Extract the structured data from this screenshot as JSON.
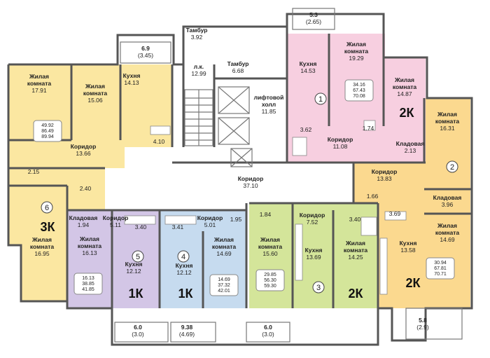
{
  "colors": {
    "apt1": "#f7cfe0",
    "apt2": "#fbd98f",
    "apt3": "#d4e59a",
    "apt4": "#c6dbef",
    "apt5": "#d3c6e6",
    "apt6": "#fbe7a1",
    "common": "#ffffff",
    "wall": "#555555"
  },
  "rooms": [
    {
      "id": "tambur1",
      "lines": [
        "Тамбур",
        "3.92"
      ]
    },
    {
      "id": "balcony_top_left",
      "lines": [
        "6.9",
        "(3.45)"
      ]
    },
    {
      "id": "lk",
      "lines": [
        "л.к.",
        "12.99"
      ]
    },
    {
      "id": "tambur2",
      "lines": [
        "Тамбур",
        "6.68"
      ]
    },
    {
      "id": "lift_hall",
      "lines": [
        "лифтовой",
        "холл",
        "11.85"
      ]
    },
    {
      "id": "corridor_main",
      "lines": [
        "Коридор",
        "37.10"
      ]
    },
    {
      "id": "balcony_top_right",
      "lines": [
        "5.3",
        "(2.65)"
      ]
    },
    {
      "id": "a1_kitchen",
      "lines": [
        "Кухня",
        "14.53"
      ]
    },
    {
      "id": "a1_living",
      "lines": [
        "Жилая",
        "комната",
        "19.29"
      ]
    },
    {
      "id": "a1_bath",
      "lines": [
        "3.62"
      ]
    },
    {
      "id": "a1_corridor",
      "lines": [
        "Коридор",
        "11.08"
      ]
    },
    {
      "id": "a1_wc",
      "lines": [
        "1.74"
      ]
    },
    {
      "id": "a1_living2",
      "lines": [
        "Жилая",
        "комната",
        "14.87"
      ]
    },
    {
      "id": "a1_storage",
      "lines": [
        "Кладовая",
        "2.13"
      ]
    },
    {
      "id": "a2_living1",
      "lines": [
        "Жилая",
        "комната",
        "16.31"
      ]
    },
    {
      "id": "a2_corridor",
      "lines": [
        "Коридор",
        "13.83"
      ]
    },
    {
      "id": "a2_wc",
      "lines": [
        "1.66"
      ]
    },
    {
      "id": "a2_storage",
      "lines": [
        "Кладовая",
        "3.96"
      ]
    },
    {
      "id": "a2_bath",
      "lines": [
        "3.69"
      ]
    },
    {
      "id": "a2_living2",
      "lines": [
        "Жилая",
        "комната",
        "14.69"
      ]
    },
    {
      "id": "a2_kitchen",
      "lines": [
        "Кухня",
        "13.58"
      ]
    },
    {
      "id": "balcony_bottom_right",
      "lines": [
        "5.8",
        "(2.9)"
      ]
    },
    {
      "id": "a6_living1",
      "lines": [
        "Жилая",
        "комната",
        "17.91"
      ]
    },
    {
      "id": "a6_living2",
      "lines": [
        "Жилая",
        "комната",
        "15.06"
      ]
    },
    {
      "id": "a6_kitchen",
      "lines": [
        "Кухня",
        "14.13"
      ]
    },
    {
      "id": "a6_bath",
      "lines": [
        "4.10"
      ]
    },
    {
      "id": "a6_corridor",
      "lines": [
        "Коридор",
        "13.66"
      ]
    },
    {
      "id": "a6_hall",
      "lines": [
        "2.15"
      ]
    },
    {
      "id": "a6_wc",
      "lines": [
        "2.40"
      ]
    },
    {
      "id": "a6_storage",
      "lines": [
        "Кладовая",
        "1.94"
      ]
    },
    {
      "id": "a6_living3",
      "lines": [
        "Жилая",
        "комната",
        "16.95"
      ]
    },
    {
      "id": "a5_corridor",
      "lines": [
        "Коридор",
        "5.11"
      ]
    },
    {
      "id": "a5_living",
      "lines": [
        "Жилая",
        "комната",
        "16.13"
      ]
    },
    {
      "id": "a5_bath",
      "lines": [
        "3.40"
      ]
    },
    {
      "id": "a5_kitchen",
      "lines": [
        "Кухня",
        "12.12"
      ]
    },
    {
      "id": "a4_bath",
      "lines": [
        "3.41"
      ]
    },
    {
      "id": "a4_corridor",
      "lines": [
        "Коридор",
        "5.01"
      ]
    },
    {
      "id": "a4_kitchen",
      "lines": [
        "Кухня",
        "12.12"
      ]
    },
    {
      "id": "a4_storage",
      "lines": [
        "1.95"
      ]
    },
    {
      "id": "a4_living",
      "lines": [
        "Жилая",
        "комната",
        "14.69"
      ]
    },
    {
      "id": "a3_wc",
      "lines": [
        "1.84"
      ]
    },
    {
      "id": "a3_corridor",
      "lines": [
        "Коридор",
        "7.52"
      ]
    },
    {
      "id": "a3_living1",
      "lines": [
        "Жилая",
        "комната",
        "15.60"
      ]
    },
    {
      "id": "a3_kitchen",
      "lines": [
        "Кухня",
        "13.69"
      ]
    },
    {
      "id": "a3_bath",
      "lines": [
        "3.40"
      ]
    },
    {
      "id": "a3_living2",
      "lines": [
        "Жилая",
        "комната",
        "14.25"
      ]
    },
    {
      "id": "balcony_b1",
      "lines": [
        "6.0",
        "(3.0)"
      ]
    },
    {
      "id": "balcony_b2",
      "lines": [
        "9.38",
        "(4.69)"
      ]
    },
    {
      "id": "balcony_b3",
      "lines": [
        "6.0",
        "(3.0)"
      ]
    }
  ],
  "apartments": [
    {
      "id": "a1",
      "number": "1",
      "type": "2К",
      "areas": [
        "34.16",
        "67.43",
        "70.08"
      ]
    },
    {
      "id": "a2",
      "number": "2",
      "type": "2К",
      "areas": [
        "30.94",
        "67.81",
        "70.71"
      ]
    },
    {
      "id": "a3",
      "number": "3",
      "type": "2К",
      "areas": [
        "29.85",
        "56.30",
        "59.30"
      ]
    },
    {
      "id": "a4",
      "number": "4",
      "type": "1К",
      "areas": [
        "14.69",
        "37.32",
        "42.01"
      ]
    },
    {
      "id": "a5",
      "number": "5",
      "type": "1К",
      "areas": [
        "16.13",
        "38.85",
        "41.85"
      ]
    },
    {
      "id": "a6",
      "number": "6",
      "type": "3К",
      "areas": [
        "49.92",
        "86.49",
        "89.94"
      ]
    }
  ]
}
